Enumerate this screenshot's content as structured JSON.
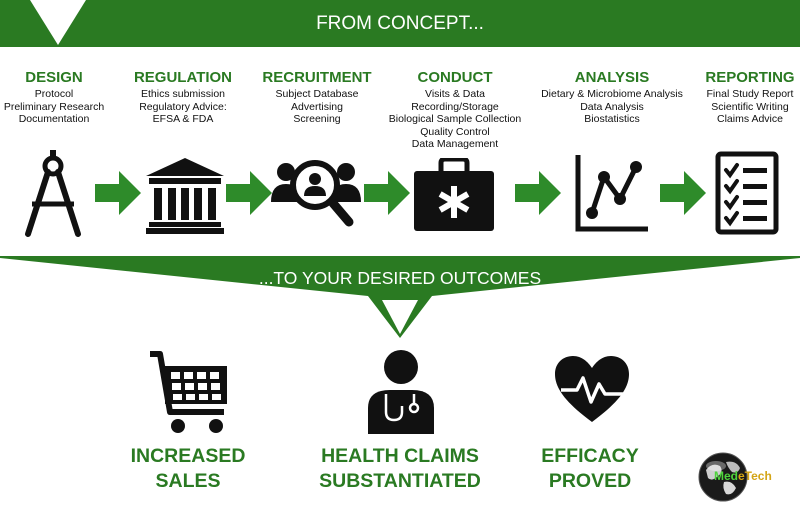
{
  "banner": {
    "title": "FROM CONCEPT..."
  },
  "stages": [
    {
      "title": "DESIGN",
      "lines": [
        "Protocol",
        "Preliminary Research",
        "Documentation"
      ],
      "icon": "compass-icon"
    },
    {
      "title": "REGULATION",
      "lines": [
        "Ethics submission",
        "Regulatory Advice:",
        "EFSA & FDA"
      ],
      "icon": "courthouse-icon"
    },
    {
      "title": "RECRUITMENT",
      "lines": [
        "Subject Database",
        "Advertising",
        "Screening"
      ],
      "icon": "people-search-icon"
    },
    {
      "title": "CONDUCT",
      "lines": [
        "Visits & Data",
        "Recording/Storage",
        "Biological Sample Collection",
        "Quality Control",
        "Data Management"
      ],
      "icon": "medical-kit-icon"
    },
    {
      "title": "ANALYSIS",
      "lines": [
        "Dietary & Microbiome Analysis",
        "Data Analysis",
        "Biostatistics"
      ],
      "icon": "line-chart-icon"
    },
    {
      "title": "REPORTING",
      "lines": [
        "Final Study Report",
        "Scientific Writing",
        "Claims Advice"
      ],
      "icon": "checklist-icon"
    }
  ],
  "outcomes": {
    "title": "...TO YOUR DESIRED OUTCOMES",
    "items": [
      {
        "line1": "INCREASED",
        "line2": "SALES",
        "icon": "shopping-cart-icon"
      },
      {
        "line1": "HEALTH CLAIMS",
        "line2": "SUBSTANTIATED",
        "icon": "doctor-icon"
      },
      {
        "line1": "EFFICACY",
        "line2": "PROVED",
        "icon": "heart-pulse-icon"
      }
    ]
  },
  "logo": {
    "part1": "Med",
    "part2": "eTech",
    "icon": "globe-icon"
  },
  "colors": {
    "brand_green": "#2a7a22",
    "arrow_green": "#2e8b2a",
    "icon_black": "#111111"
  }
}
